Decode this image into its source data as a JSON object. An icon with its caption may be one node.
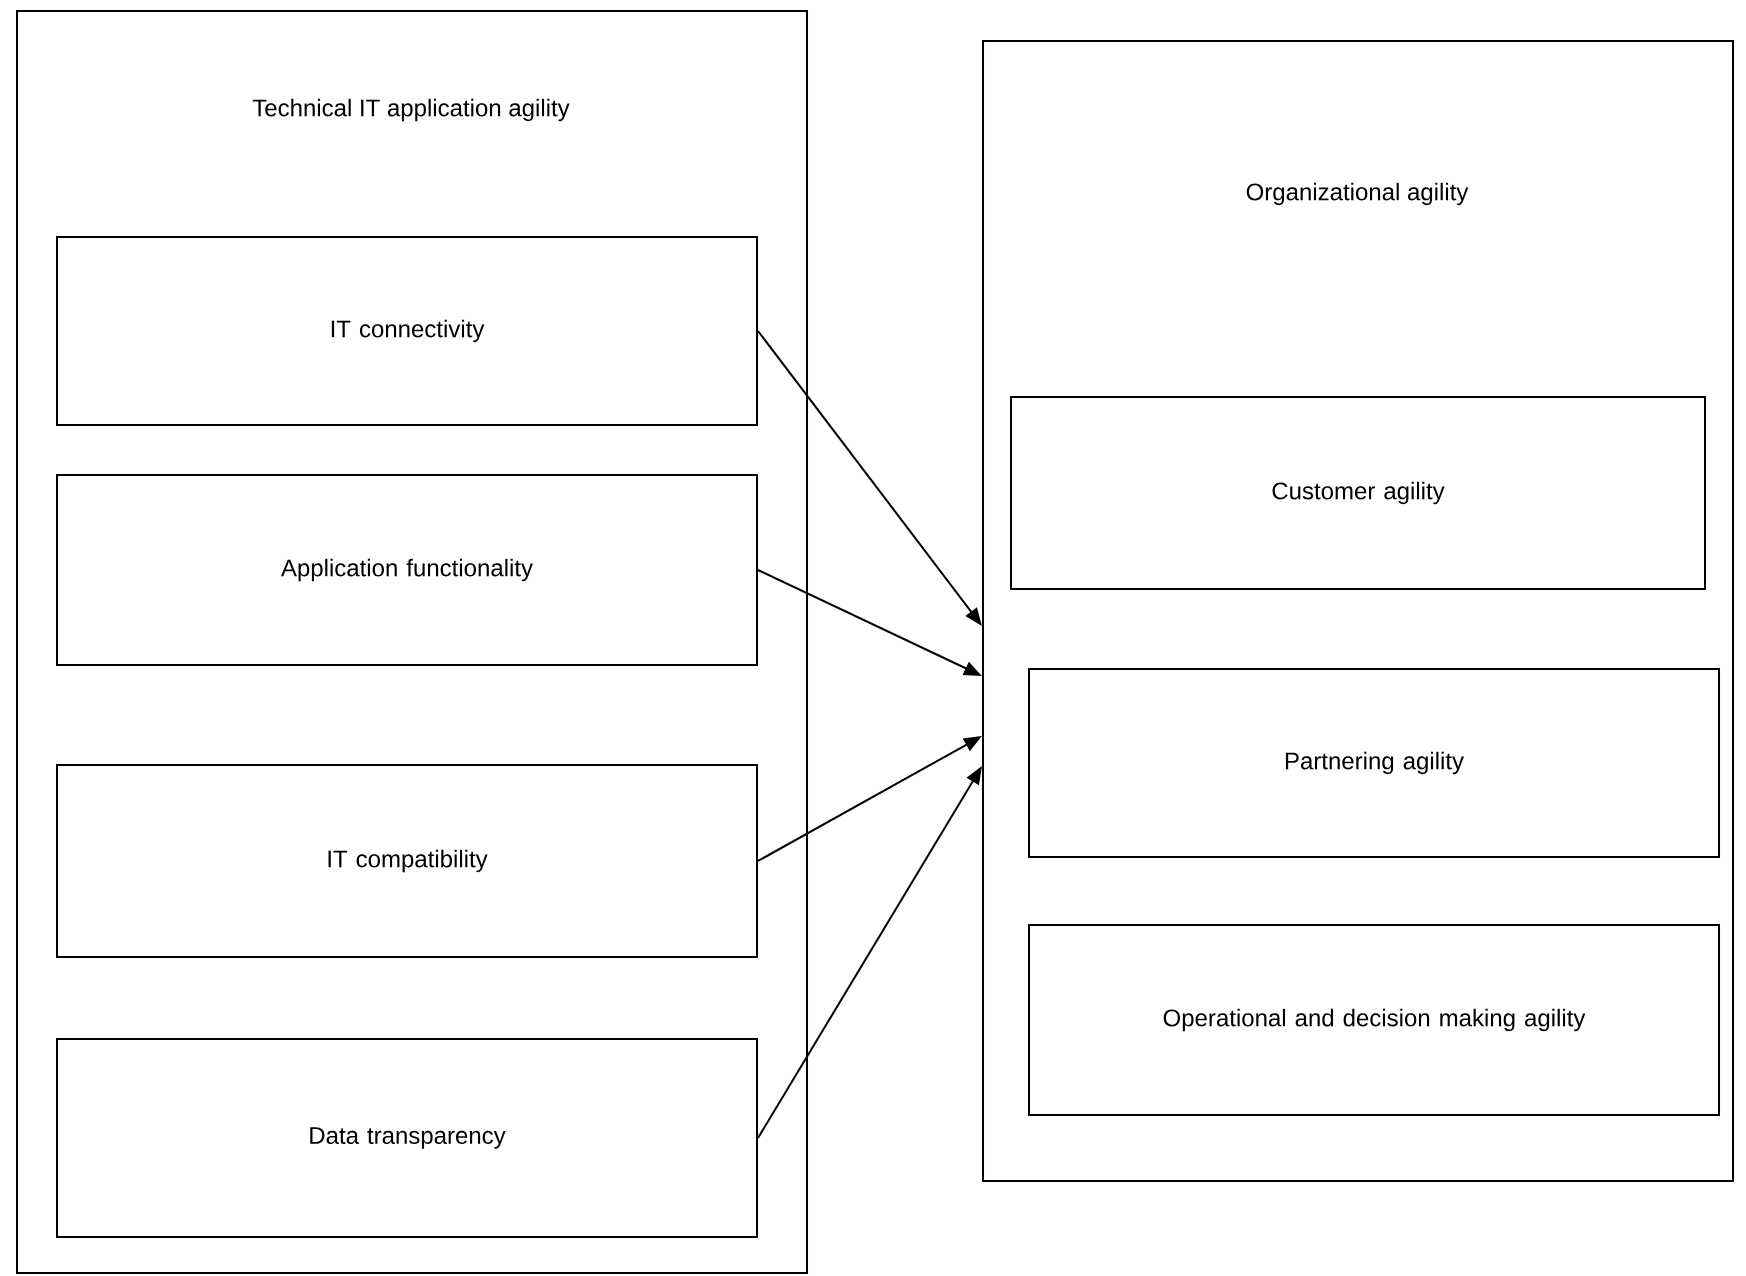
{
  "diagram": {
    "nodes": [
      {
        "text": [
          "Technical IT application agility"
        ]
      },
      {
        "text": [
          "IT connectivity"
        ],
        "in": 0
      },
      {
        "text": [
          "Application functionality"
        ],
        "in": 0
      },
      {
        "text": [
          "IT compatibility"
        ],
        "in": 0
      },
      {
        "text": [
          "Data transparency"
        ],
        "in": 0
      },
      {
        "text": [
          "Organizational agility"
        ]
      },
      {
        "text": [
          "Customer agility"
        ],
        "in": 5
      },
      {
        "text": [
          "Partnering agility"
        ],
        "in": 5
      },
      {
        "text": [
          "Operational and decision making agility"
        ],
        "in": 5
      }
    ],
    "edges": [
      {
        "from": 1,
        "to": 5,
        "arrow": "to"
      },
      {
        "from": 2,
        "to": 5,
        "arrow": "to"
      },
      {
        "from": 3,
        "to": 5,
        "arrow": "to"
      },
      {
        "from": 4,
        "to": 5,
        "arrow": "to"
      }
    ]
  }
}
